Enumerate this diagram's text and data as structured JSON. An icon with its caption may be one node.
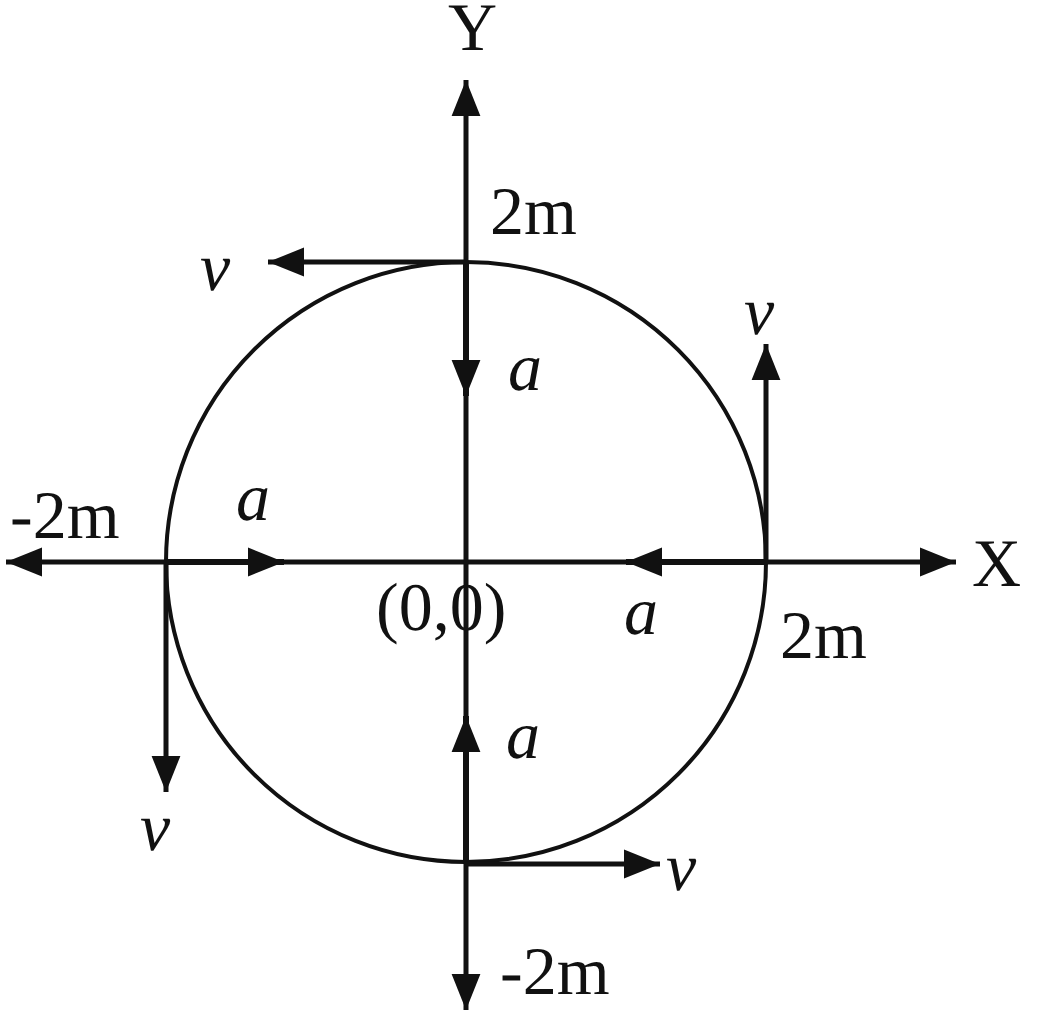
{
  "diagram": {
    "labels": [
      "Y",
      "2m",
      "v",
      "v",
      "a",
      "-2m",
      "a",
      "X",
      "(0,0)",
      "a",
      "2m",
      "a",
      "v",
      "v",
      "-2m"
    ]
  }
}
